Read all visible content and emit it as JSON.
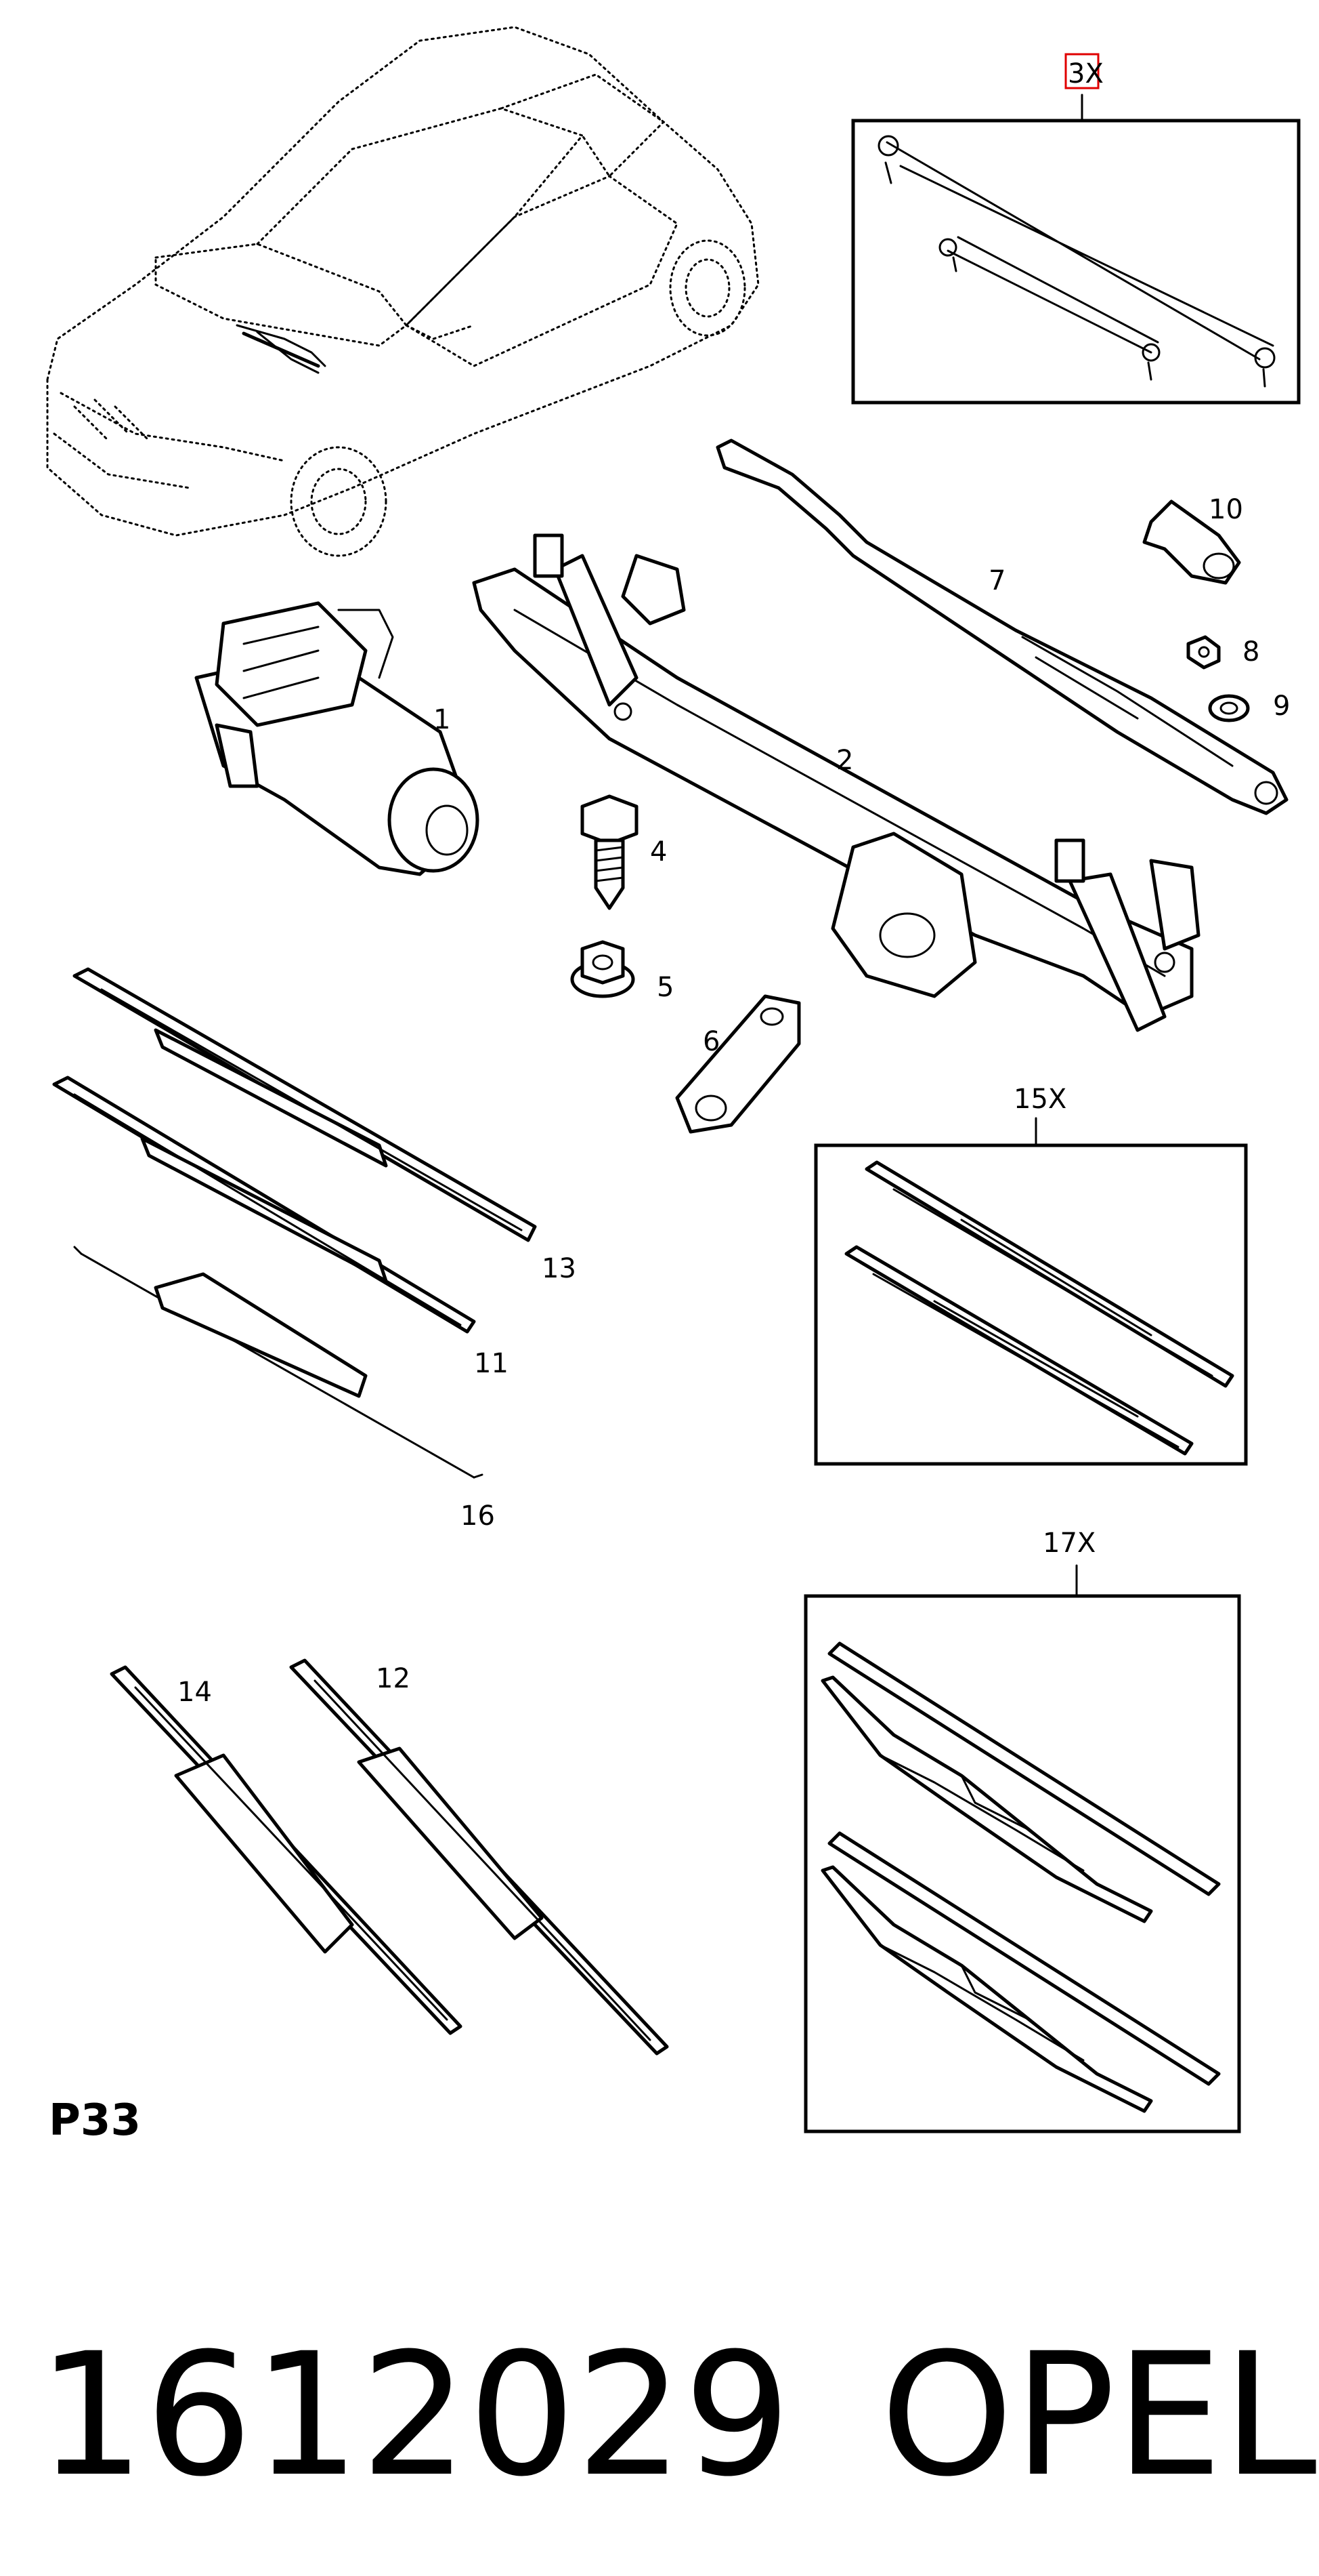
{
  "page_code": "P33",
  "callouts": {
    "p1": "1",
    "p2": "2",
    "p3": "3X",
    "p4": "4",
    "p5": "5",
    "p6": "6",
    "p7": "7",
    "p8": "8",
    "p9": "9",
    "p10": "10",
    "p11": "11",
    "p12": "12",
    "p13": "13",
    "p14": "14",
    "p15": "15X",
    "p16": "16",
    "p17": "17X"
  },
  "footer": {
    "part_number": "1612029",
    "brand": "OPEL"
  },
  "colors": {
    "line": "#000000",
    "background": "#ffffff",
    "highlight": "#e00000"
  }
}
